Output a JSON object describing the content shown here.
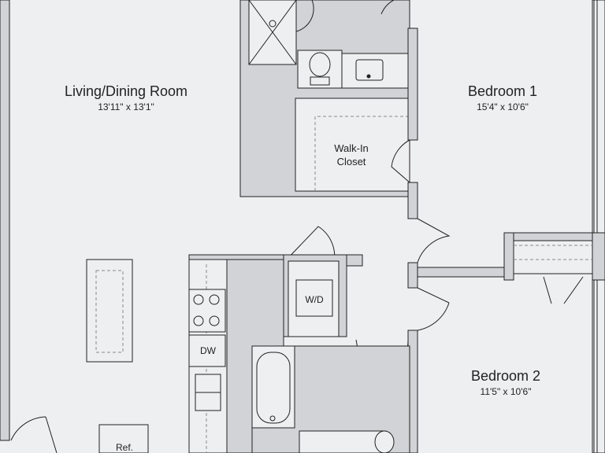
{
  "rooms": {
    "living": {
      "name": "Living/Dining Room",
      "dims": "13'11\" x 13'1\""
    },
    "bed1": {
      "name": "Bedroom 1",
      "dims": "15'4\" x 10'6\""
    },
    "bed2": {
      "name": "Bedroom 2",
      "dims": "11'5\" x 10'6\""
    },
    "closet": {
      "line1": "Walk-In",
      "line2": "Closet"
    }
  },
  "fixtures": {
    "washer_dryer": "W/D",
    "dishwasher": "DW",
    "refrigerator": "Ref."
  },
  "colors": {
    "background": "#eeeff1",
    "wall": "#d2d3d6",
    "line": "#222222",
    "dashed": "#8a8a8a"
  }
}
